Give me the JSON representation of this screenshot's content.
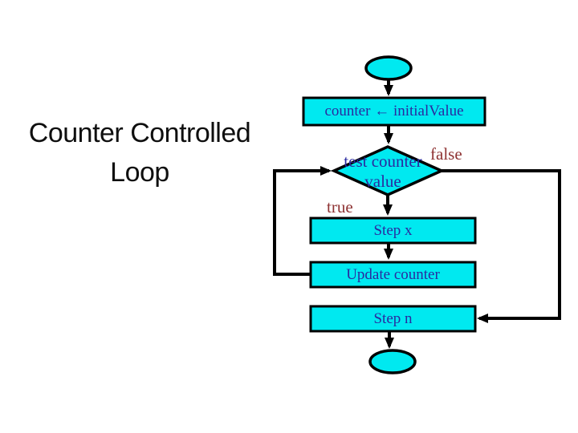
{
  "title": "Counter Controlled Loop",
  "flowchart": {
    "nodes": {
      "start": {
        "type": "terminator",
        "label": ""
      },
      "init": {
        "type": "process",
        "label": "counter ← initialValue"
      },
      "test": {
        "type": "decision",
        "label": "test counter value"
      },
      "step_x": {
        "type": "process",
        "label": "Step x"
      },
      "update_counter": {
        "type": "process",
        "label": "Update counter"
      },
      "step_n": {
        "type": "process",
        "label": "Step n"
      },
      "end": {
        "type": "terminator",
        "label": ""
      }
    },
    "branches": {
      "true": "true",
      "false": "false"
    }
  },
  "colors": {
    "background": "#ffffff",
    "node_fill": "#00e9f0",
    "node_stroke": "#000000",
    "node_text": "#2a2aa0",
    "branch_label": "#8e3232",
    "connector": "#000000",
    "title_text": "#0f0f0f"
  }
}
